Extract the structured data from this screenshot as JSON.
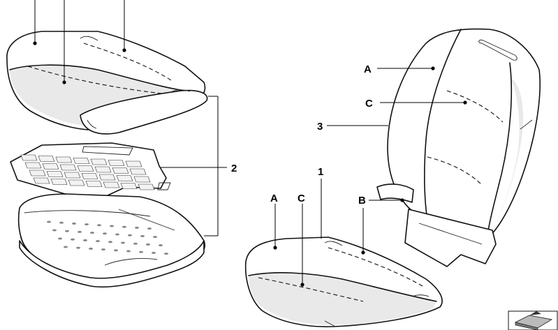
{
  "labels": {
    "num_1": "1",
    "num_2": "2",
    "num_3": "3",
    "right_backrest_A": "A",
    "right_backrest_C": "C",
    "right_cushion_A": "A",
    "right_cushion_C": "C",
    "right_cushion_B": "B"
  },
  "icons": {
    "corner_logo": "arrow-card-icon"
  }
}
